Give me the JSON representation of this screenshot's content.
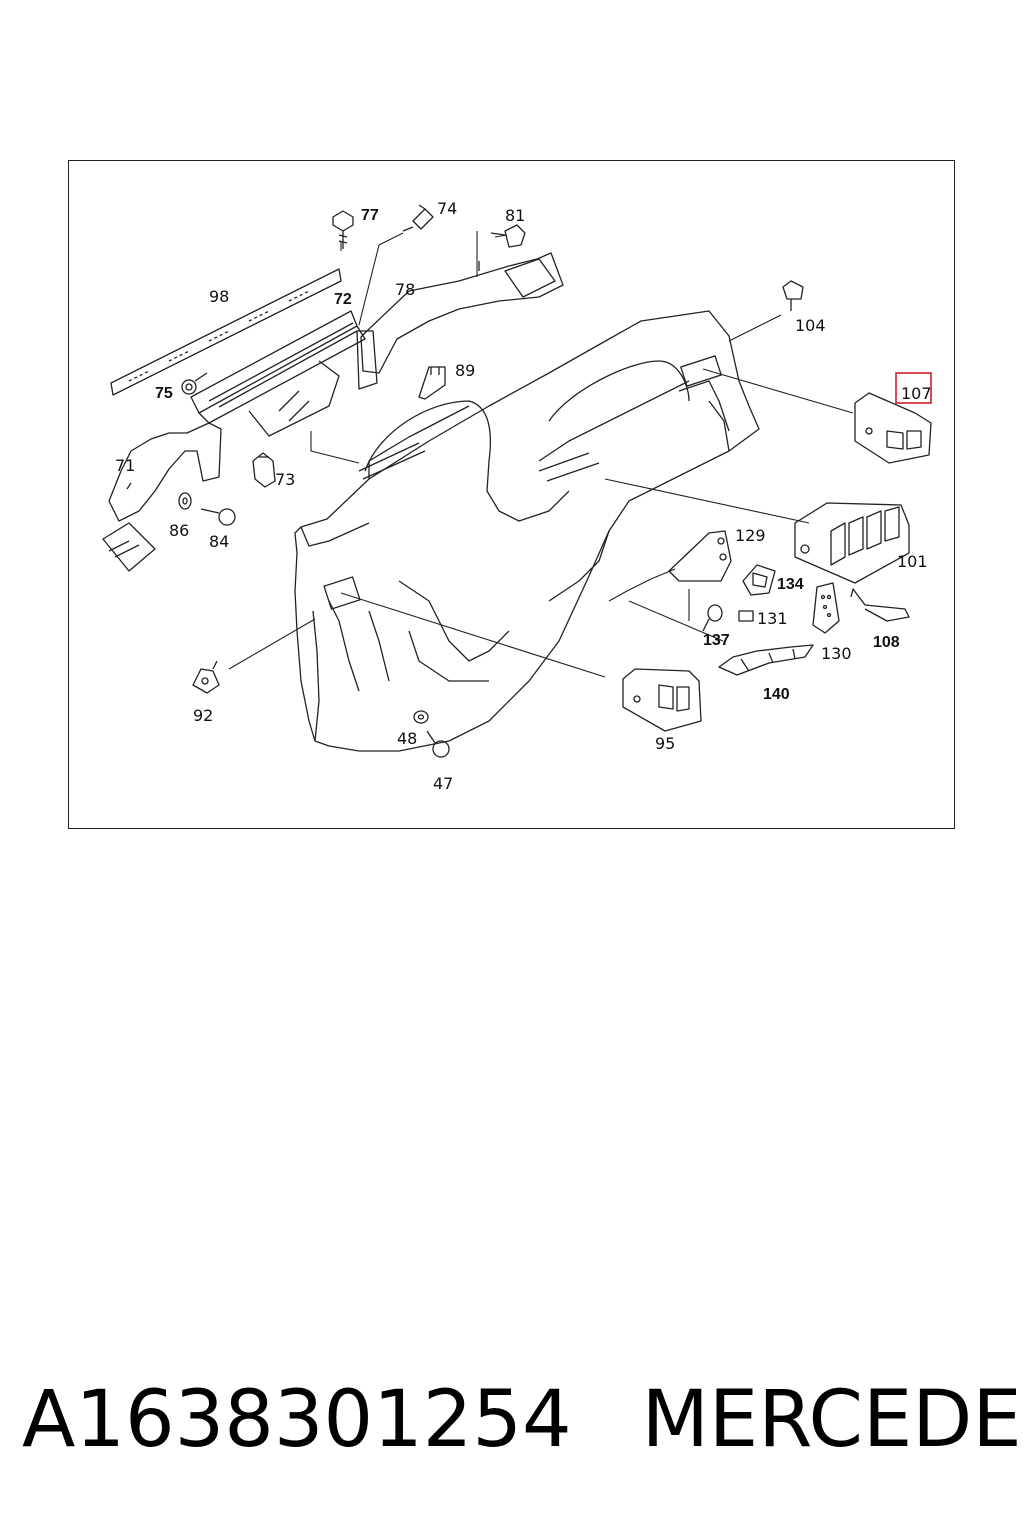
{
  "diagram": {
    "callouts": {
      "c47": "47",
      "c48": "48",
      "c71": "71",
      "c72": "72",
      "c73": "73",
      "c74": "74",
      "c75": "75",
      "c77": "77",
      "c78": "78",
      "c81": "81",
      "c84": "84",
      "c86": "86",
      "c89": "89",
      "c92": "92",
      "c95": "95",
      "c98": "98",
      "c101": "101",
      "c104": "104",
      "c107": "107",
      "c108": "108",
      "c129": "129",
      "c130": "130",
      "c131": "131",
      "c134": "134",
      "c137": "137",
      "c140": "140"
    },
    "highlighted_callout": "107",
    "highlight_color": "#d0202a"
  },
  "caption": {
    "part_number": "A1638301254",
    "brand": "MERCEDES"
  }
}
